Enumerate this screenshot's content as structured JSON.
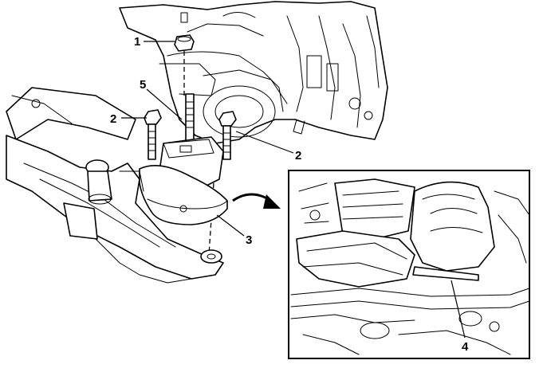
{
  "callouts": [
    {
      "id": "1",
      "label": "1"
    },
    {
      "id": "2a",
      "label": "2"
    },
    {
      "id": "2b",
      "label": "2"
    },
    {
      "id": "3",
      "label": "3"
    },
    {
      "id": "4",
      "label": "4"
    },
    {
      "id": "5",
      "label": "5"
    }
  ]
}
